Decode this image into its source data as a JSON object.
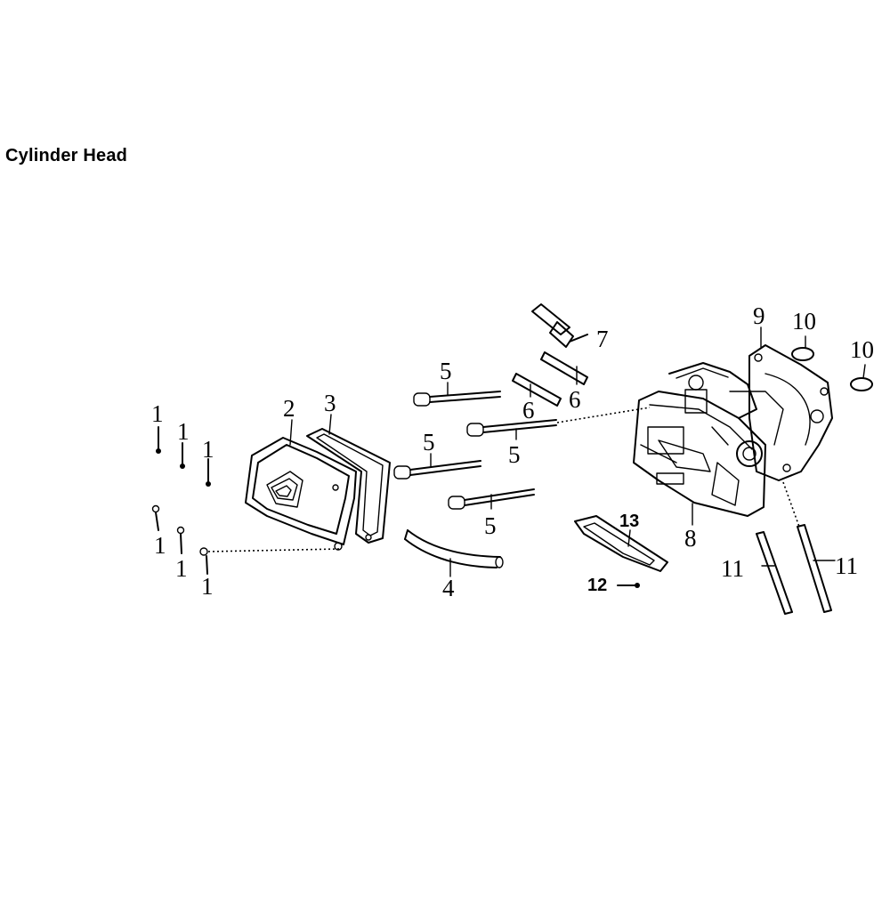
{
  "title": "Cylinder Head",
  "callouts": {
    "c1a": "1",
    "c1b": "1",
    "c1c": "1",
    "c1d": "1",
    "c1e": "1",
    "c1f": "1",
    "c2": "2",
    "c3": "3",
    "c4": "4",
    "c5a": "5",
    "c5b": "5",
    "c5c": "5",
    "c5d": "5",
    "c6a": "6",
    "c6b": "6",
    "c7": "7",
    "c8": "8",
    "c9": "9",
    "c10a": "10",
    "c10b": "10",
    "c11a": "11",
    "c11b": "11",
    "c12": "12",
    "c13": "13"
  }
}
